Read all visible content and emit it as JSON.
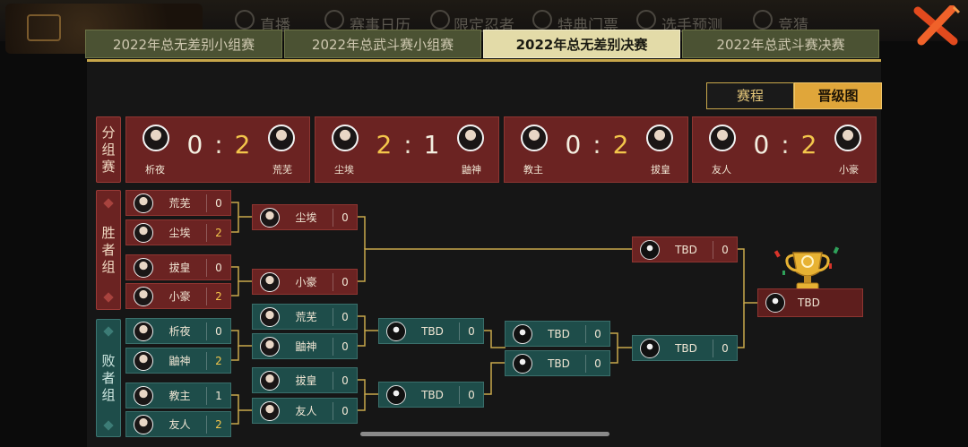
{
  "nav": {
    "items": [
      "直播",
      "赛事日历",
      "限定忍者",
      "特典门票",
      "选手预测",
      "竞猜"
    ]
  },
  "tabs": [
    "2022年总无差别小组赛",
    "2022年总武斗赛小组赛",
    "2022年总无差别决赛",
    "2022年总武斗赛决赛"
  ],
  "active_tab": 2,
  "toggle": {
    "schedule": "赛程",
    "bracket": "晋级图"
  },
  "side": {
    "group": "分组赛",
    "winners": "胜者组",
    "losers": "败者组"
  },
  "group_matches": [
    {
      "p1": "析夜",
      "p2": "荒芜",
      "s1": "0",
      "s2": "2"
    },
    {
      "p1": "尘埃",
      "p2": "鼬神",
      "s1": "2",
      "s2": "1"
    },
    {
      "p1": "教主",
      "p2": "拔皇",
      "s1": "0",
      "s2": "2"
    },
    {
      "p1": "友人",
      "p2": "小豪",
      "s1": "0",
      "s2": "2"
    }
  ],
  "winners": {
    "r1": [
      {
        "name": "荒芜",
        "score": "0"
      },
      {
        "name": "尘埃",
        "score": "2"
      },
      {
        "name": "拔皇",
        "score": "0"
      },
      {
        "name": "小豪",
        "score": "2"
      }
    ],
    "r2": [
      {
        "name": "尘埃",
        "score": "0"
      },
      {
        "name": "小豪",
        "score": "0"
      }
    ],
    "final": {
      "name": "TBD",
      "score": "0"
    }
  },
  "losers": {
    "r1": [
      {
        "name": "析夜",
        "score": "0"
      },
      {
        "name": "鼬神",
        "score": "2"
      },
      {
        "name": "教主",
        "score": "1"
      },
      {
        "name": "友人",
        "score": "2"
      }
    ],
    "r2": [
      {
        "name": "荒芜",
        "score": "0"
      },
      {
        "name": "鼬神",
        "score": "0"
      },
      {
        "name": "拔皇",
        "score": "0"
      },
      {
        "name": "友人",
        "score": "0"
      }
    ],
    "r3": [
      {
        "name": "TBD",
        "score": "0"
      },
      {
        "name": "TBD",
        "score": "0"
      }
    ],
    "r4": [
      {
        "name": "TBD",
        "score": "0"
      },
      {
        "name": "TBD",
        "score": "0"
      }
    ],
    "final": {
      "name": "TBD",
      "score": "0"
    }
  },
  "champion": {
    "name": "TBD"
  }
}
